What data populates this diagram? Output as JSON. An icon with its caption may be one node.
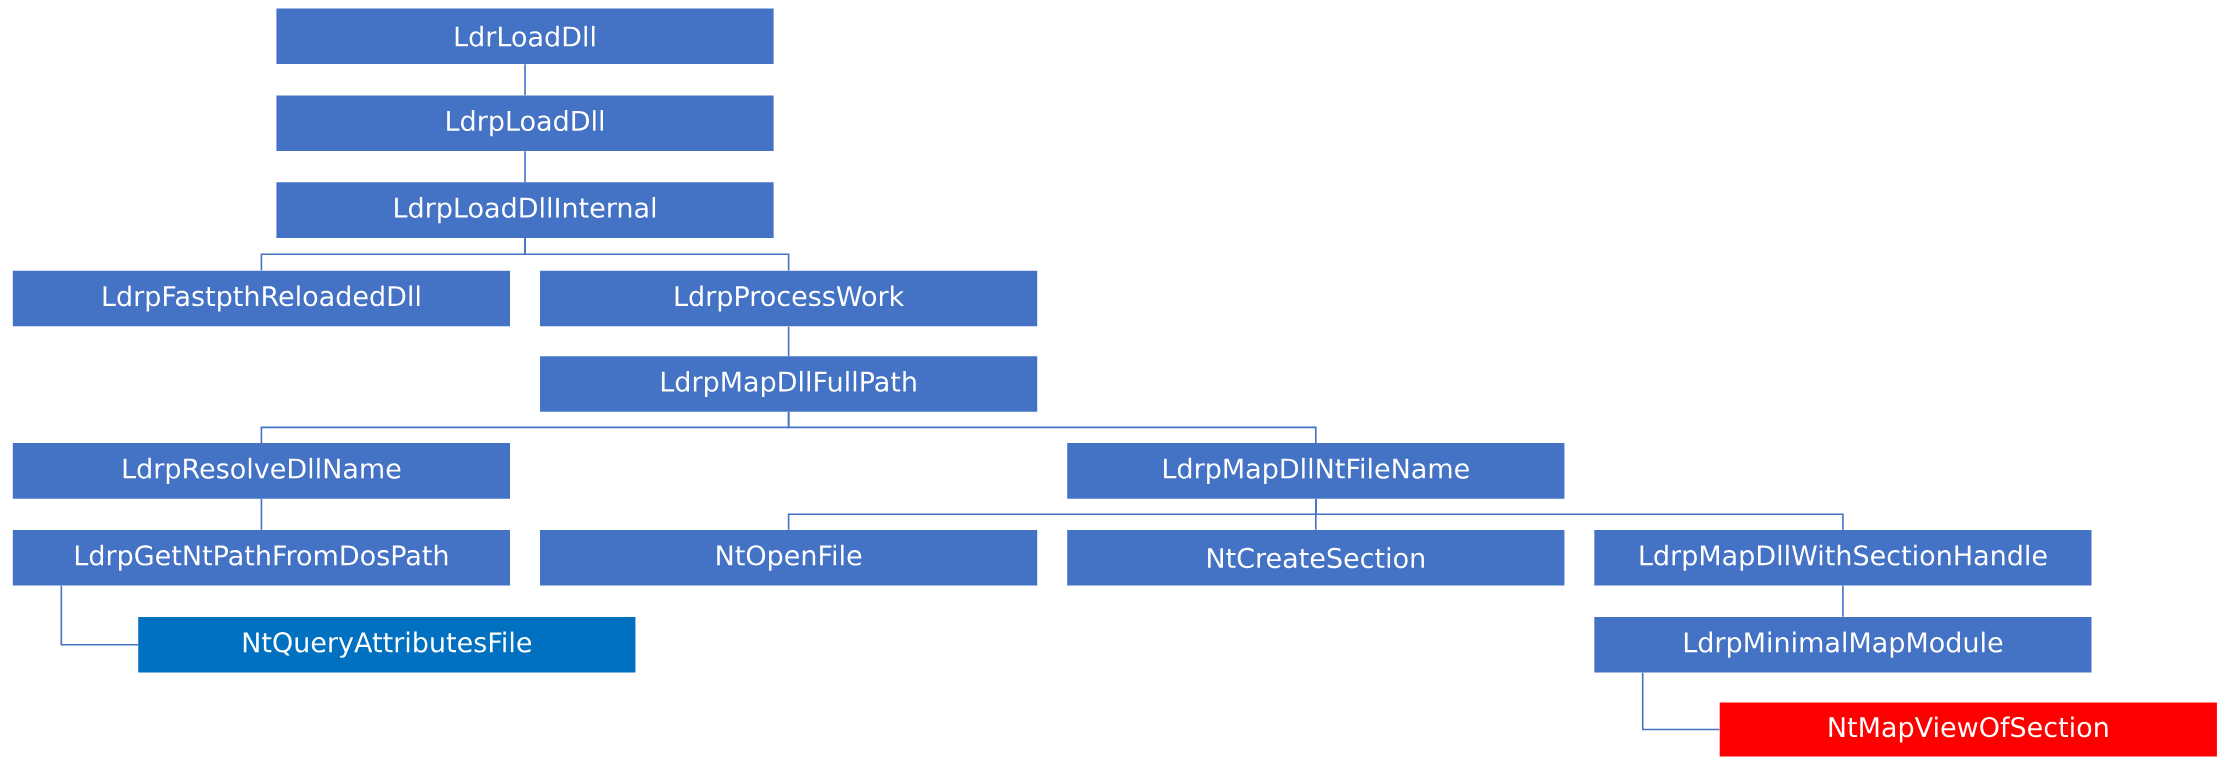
{
  "diagram": {
    "nodes": [
      {
        "text": [
          "LdrLoadDll"
        ]
      },
      {
        "text": [
          "LdrpLoadDll"
        ]
      },
      {
        "text": [
          "LdrpLoadDllInternal"
        ]
      },
      {
        "text": [
          "LdrpFastpthReloadedDll"
        ]
      },
      {
        "text": [
          "LdrpProcessWork"
        ]
      },
      {
        "text": [
          "LdrpMapDllFullPath"
        ]
      },
      {
        "text": [
          "LdrpResolveDllName"
        ]
      },
      {
        "text": [
          "LdrpMapDllNtFileName"
        ]
      },
      {
        "text": [
          "LdrpGetNtPathFromDosPath"
        ]
      },
      {
        "text": [
          "NtOpenFile"
        ]
      },
      {
        "text": [
          "NtCreateSection"
        ]
      },
      {
        "text": [
          "LdrpMapDllWithSectionHandle"
        ]
      },
      {
        "text": [
          "NtQueryAttributesFile"
        ]
      },
      {
        "text": [
          "LdrpMinimalMapModule"
        ]
      },
      {
        "text": [
          "NtMapViewOfSection"
        ]
      }
    ],
    "edges": [
      {
        "from": 0,
        "to": 1,
        "arrow": "none"
      },
      {
        "from": 1,
        "to": 2,
        "arrow": "none"
      },
      {
        "from": 2,
        "to": 3,
        "arrow": "none"
      },
      {
        "from": 2,
        "to": 4,
        "arrow": "none"
      },
      {
        "from": 4,
        "to": 5,
        "arrow": "none"
      },
      {
        "from": 5,
        "to": 6,
        "arrow": "none"
      },
      {
        "from": 5,
        "to": 7,
        "arrow": "none"
      },
      {
        "from": 6,
        "to": 8,
        "arrow": "none"
      },
      {
        "from": 7,
        "to": 9,
        "arrow": "none"
      },
      {
        "from": 7,
        "to": 10,
        "arrow": "none"
      },
      {
        "from": 7,
        "to": 11,
        "arrow": "none"
      },
      {
        "from": 8,
        "to": 12,
        "arrow": "none"
      },
      {
        "from": 11,
        "to": 13,
        "arrow": "none"
      },
      {
        "from": 13,
        "to": 14,
        "arrow": "none"
      }
    ]
  }
}
